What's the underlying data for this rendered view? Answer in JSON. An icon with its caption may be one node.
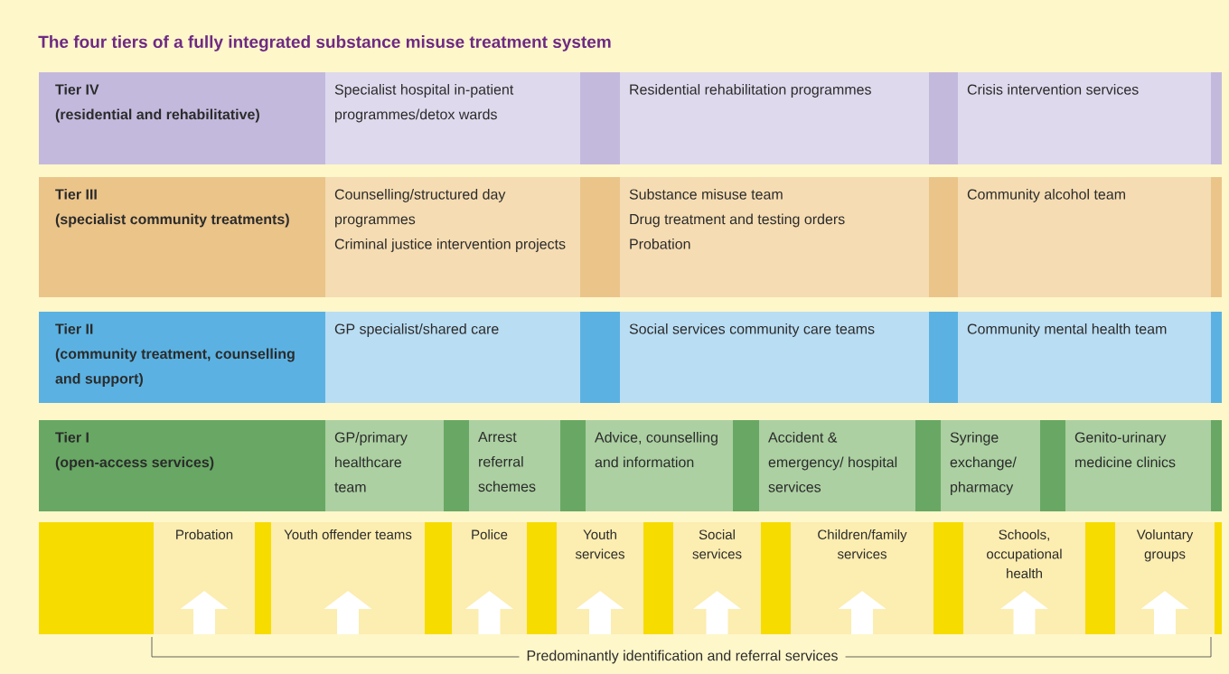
{
  "diagram": {
    "title": "The four tiers of a fully integrated substance misuse treatment system",
    "nodes": [
      {
        "text": [
          "Tier IV",
          "(residential and rehabilitative)"
        ]
      },
      {
        "text": [
          "Specialist hospital in-patient programmes/detox wards"
        ],
        "in": 0
      },
      {
        "text": [
          "Residential rehabilitation programmes"
        ],
        "in": 0
      },
      {
        "text": [
          "Crisis intervention services"
        ],
        "in": 0
      },
      {
        "text": [
          "Tier III",
          "(specialist community treatments)"
        ]
      },
      {
        "text": [
          "Counselling/structured day programmes",
          "Criminal justice intervention projects"
        ],
        "in": 4
      },
      {
        "text": [
          "Substance misuse team",
          "Drug treatment and testing orders",
          "Probation"
        ],
        "in": 4
      },
      {
        "text": [
          "Community alcohol team"
        ],
        "in": 4
      },
      {
        "text": [
          "Tier II",
          "(community treatment, counselling and support)"
        ]
      },
      {
        "text": [
          "GP specialist/shared care"
        ],
        "in": 8
      },
      {
        "text": [
          "Social services community care teams"
        ],
        "in": 8
      },
      {
        "text": [
          "Community mental health team"
        ],
        "in": 8
      },
      {
        "text": [
          "Tier I",
          "(open-access services)"
        ]
      },
      {
        "text": [
          "GP/primary healthcare team"
        ],
        "in": 12
      },
      {
        "text": [
          "Arrest referral schemes"
        ],
        "in": 12
      },
      {
        "text": [
          "Advice, counselling and information"
        ],
        "in": 12
      },
      {
        "text": [
          "Accident & emergency/ hospital services"
        ],
        "in": 12
      },
      {
        "text": [
          "Syringe exchange/ pharmacy"
        ],
        "in": 12
      },
      {
        "text": [
          "Genito-urinary medicine clinics"
        ],
        "in": 12
      },
      {
        "text": [],
        "shape": "bar"
      },
      {
        "text": [
          "Probation"
        ],
        "in": 19
      },
      {
        "text": [
          "Youth offender teams"
        ],
        "in": 19
      },
      {
        "text": [
          "Police"
        ],
        "in": 19
      },
      {
        "text": [
          "Youth services"
        ],
        "in": 19
      },
      {
        "text": [
          "Social services"
        ],
        "in": 19
      },
      {
        "text": [
          "Children/family services"
        ],
        "in": 19
      },
      {
        "text": [
          "Schools, occupational health"
        ],
        "in": 19
      },
      {
        "text": [
          "Voluntary groups"
        ],
        "in": 19
      }
    ],
    "edges": [
      {
        "from": 20,
        "to": null,
        "arrow": "to"
      },
      {
        "from": 21,
        "to": null,
        "arrow": "to"
      },
      {
        "from": 22,
        "to": null,
        "arrow": "to"
      },
      {
        "from": 23,
        "to": null,
        "arrow": "to"
      },
      {
        "from": 24,
        "to": null,
        "arrow": "to"
      },
      {
        "from": 25,
        "to": null,
        "arrow": "to"
      },
      {
        "from": 26,
        "to": null,
        "arrow": "to"
      },
      {
        "from": 27,
        "to": null,
        "arrow": "to"
      }
    ],
    "labels": [
      "Predominantly identification and referral services"
    ]
  }
}
